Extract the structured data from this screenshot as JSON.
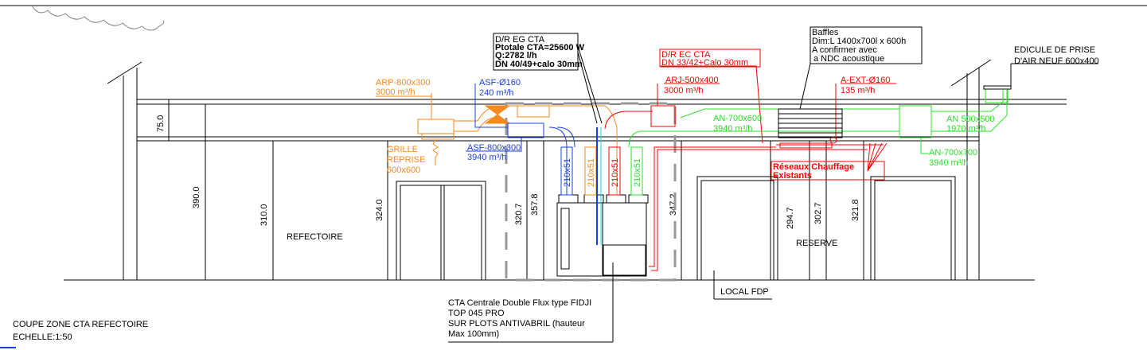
{
  "title": {
    "line1": "COUPE ZONE CTA REFECTOIRE",
    "line2": "ECHELLE:1:50"
  },
  "rooms": {
    "refectoire": "REFECTOIRE",
    "reserve": "RESERVE",
    "local_fdp": "LOCAL FDP"
  },
  "dimensions": [
    "75.0",
    "390.0",
    "310.0",
    "324.0",
    "320.7",
    "357.8",
    "347.2",
    "294.7",
    "302.7",
    "321.8"
  ],
  "notes": {
    "dr_eg": [
      "D/R EG CTA",
      "Ptotale CTA=25600 W",
      "Q:2782 l/h",
      "DN 40/49+calo 30mm"
    ],
    "dr_ec": [
      "D/R EC CTA",
      "DN 33/42+Calo 30mm"
    ],
    "baffles": [
      "Baffles",
      "Dim:L 1400x700l x 600h",
      "A confirmer avec",
      "a NDC acoustique"
    ],
    "edicule": [
      "EDICULE DE PRISE",
      "D'AIR NEUF 600x400"
    ],
    "cta": [
      "CTA  Centrale Double Flux type FIDJI",
      "TOP 045 PRO",
      "SUR PLOTS ANTIVABRIL (hauteur",
      "Max 100mm)"
    ],
    "reseaux": [
      "Réseaux Chauffage",
      "Existants"
    ],
    "grille": [
      "GRILLE",
      "REPRISE",
      "600x600"
    ]
  },
  "ducts": {
    "arp": [
      "ARP-800x300",
      "3000 m³/h"
    ],
    "asf160": [
      "ASF-Ø160",
      "240 m³/h"
    ],
    "asf800": [
      "ASF-800x300",
      "3940 m³/h"
    ],
    "arj": [
      "ARJ-500x400",
      "3000 m³/h"
    ],
    "an700x600": [
      "AN-700x600",
      "3940 m³/h"
    ],
    "aext": [
      "A-EXT-Ø160",
      "135 m³/h"
    ],
    "an500": [
      "AN 500x500",
      "1970 m³/h"
    ],
    "an700x700": [
      "AN-700x700",
      "3940 m³/h"
    ],
    "connector": "210x51"
  },
  "colors": {
    "orange": "#f58a1f",
    "blue": "#1a3fe0",
    "red": "#ff0000",
    "green": "#2ee02e",
    "grey": "#999999"
  }
}
